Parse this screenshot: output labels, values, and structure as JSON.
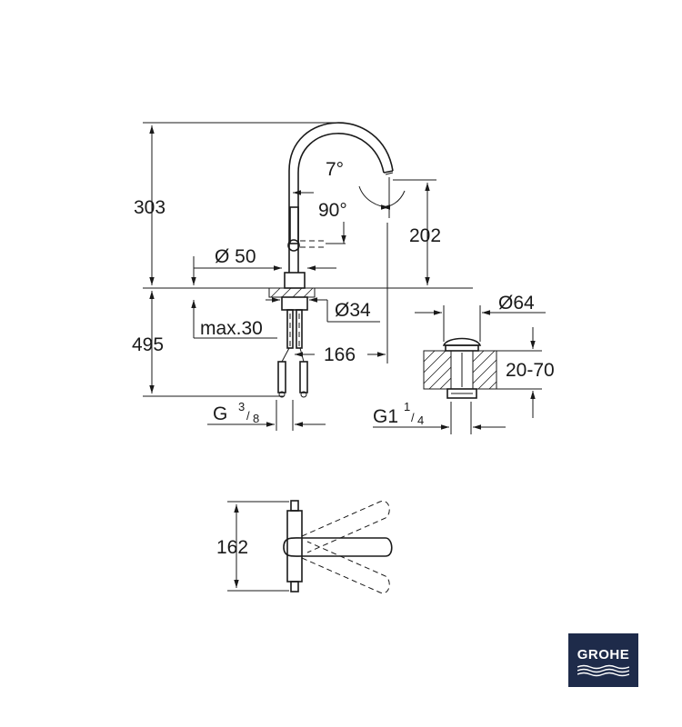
{
  "dimensions": {
    "height_total": "303",
    "height_below": "495",
    "spout_height": "202",
    "angle_tilt": "7°",
    "angle_swivel": "90°",
    "diam_base": "Ø 50",
    "diam_shank": "Ø34",
    "max_thickness": "max.30",
    "reach": "166",
    "thread_g": "G",
    "thread_num": "3",
    "thread_den": "8",
    "waste_diam": "Ø64",
    "waste_range": "20-70",
    "waste_thread_g": "G1",
    "waste_thread_num": "1",
    "waste_thread_den": "4",
    "handle_span": "162"
  },
  "brand": {
    "name": "GROHE",
    "bg_color": "#1e2b4a"
  }
}
